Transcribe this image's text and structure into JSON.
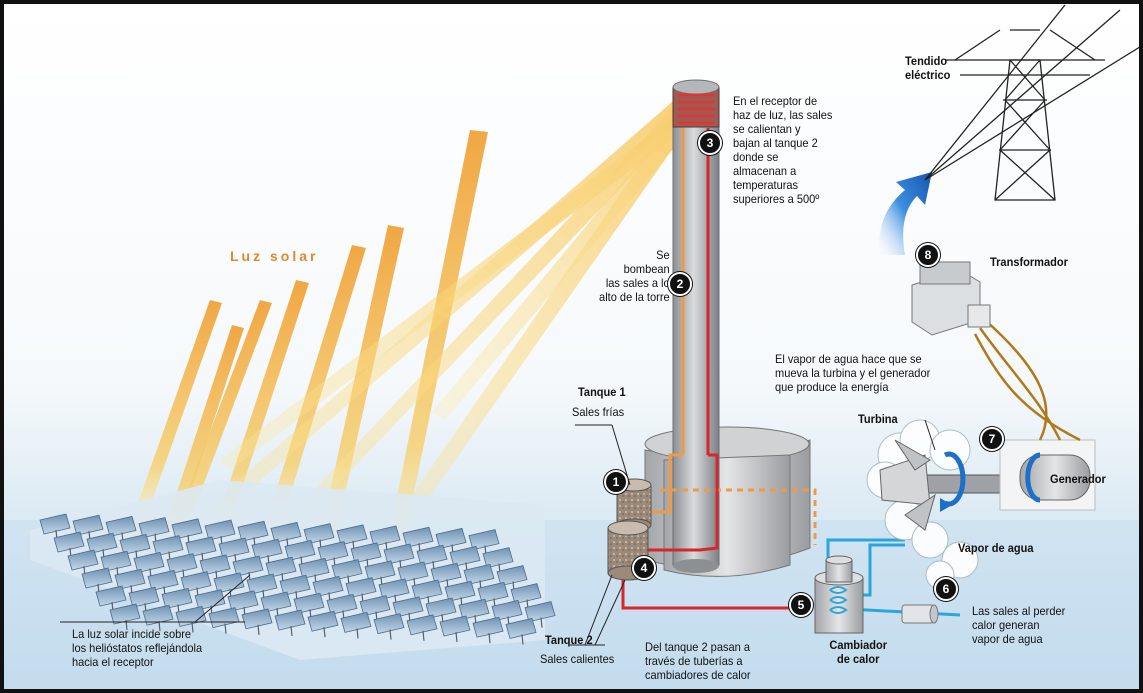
{
  "sun_label": "Luz solar",
  "labels": {
    "receptor": "En el receptor de\nhaz de luz, las sales\nse calientan  y\nbajan al tanque 2\ndonde se\nalmacenan a\ntemperaturas\nsuperiores a 500º",
    "bombeo": "Se\nbombean\nlas sales a lo\nalto de la torre",
    "tendido": "Tendido\neléctrico",
    "transformador": "Transformador",
    "vapor_turbina": "El vapor de agua hace que se\nmueva la turbina y el generador\nque produce la energía",
    "turbina": "Turbina",
    "generador": "Generador",
    "vapor_agua": "Vapor de agua",
    "sales_perder": "Las sales al perder\ncalor generan\nvapor de agua",
    "cambiador": "Cambiador\nde calor",
    "tuberias": "Del tanque 2 pasan a\ntravés de tuberías a\ncambiadores de calor",
    "tanque1_title": "Tanque 1",
    "tanque1_sub": "Sales frías",
    "tanque2_title": "Tanque 2",
    "tanque2_sub": "Sales calientes",
    "heliostatos": "La luz solar incide sobre\nlos helióstatos reflejándola\nhacia el receptor"
  },
  "steps": [
    "1",
    "2",
    "3",
    "4",
    "5",
    "6",
    "7",
    "8"
  ],
  "colors": {
    "sunlight": "#f2b43c",
    "hot_salt": "#d8262b",
    "cold_salt": "#f09a46",
    "water": "#2aa6dc",
    "arrow": "#1e6fc7",
    "frame": "#111111"
  }
}
